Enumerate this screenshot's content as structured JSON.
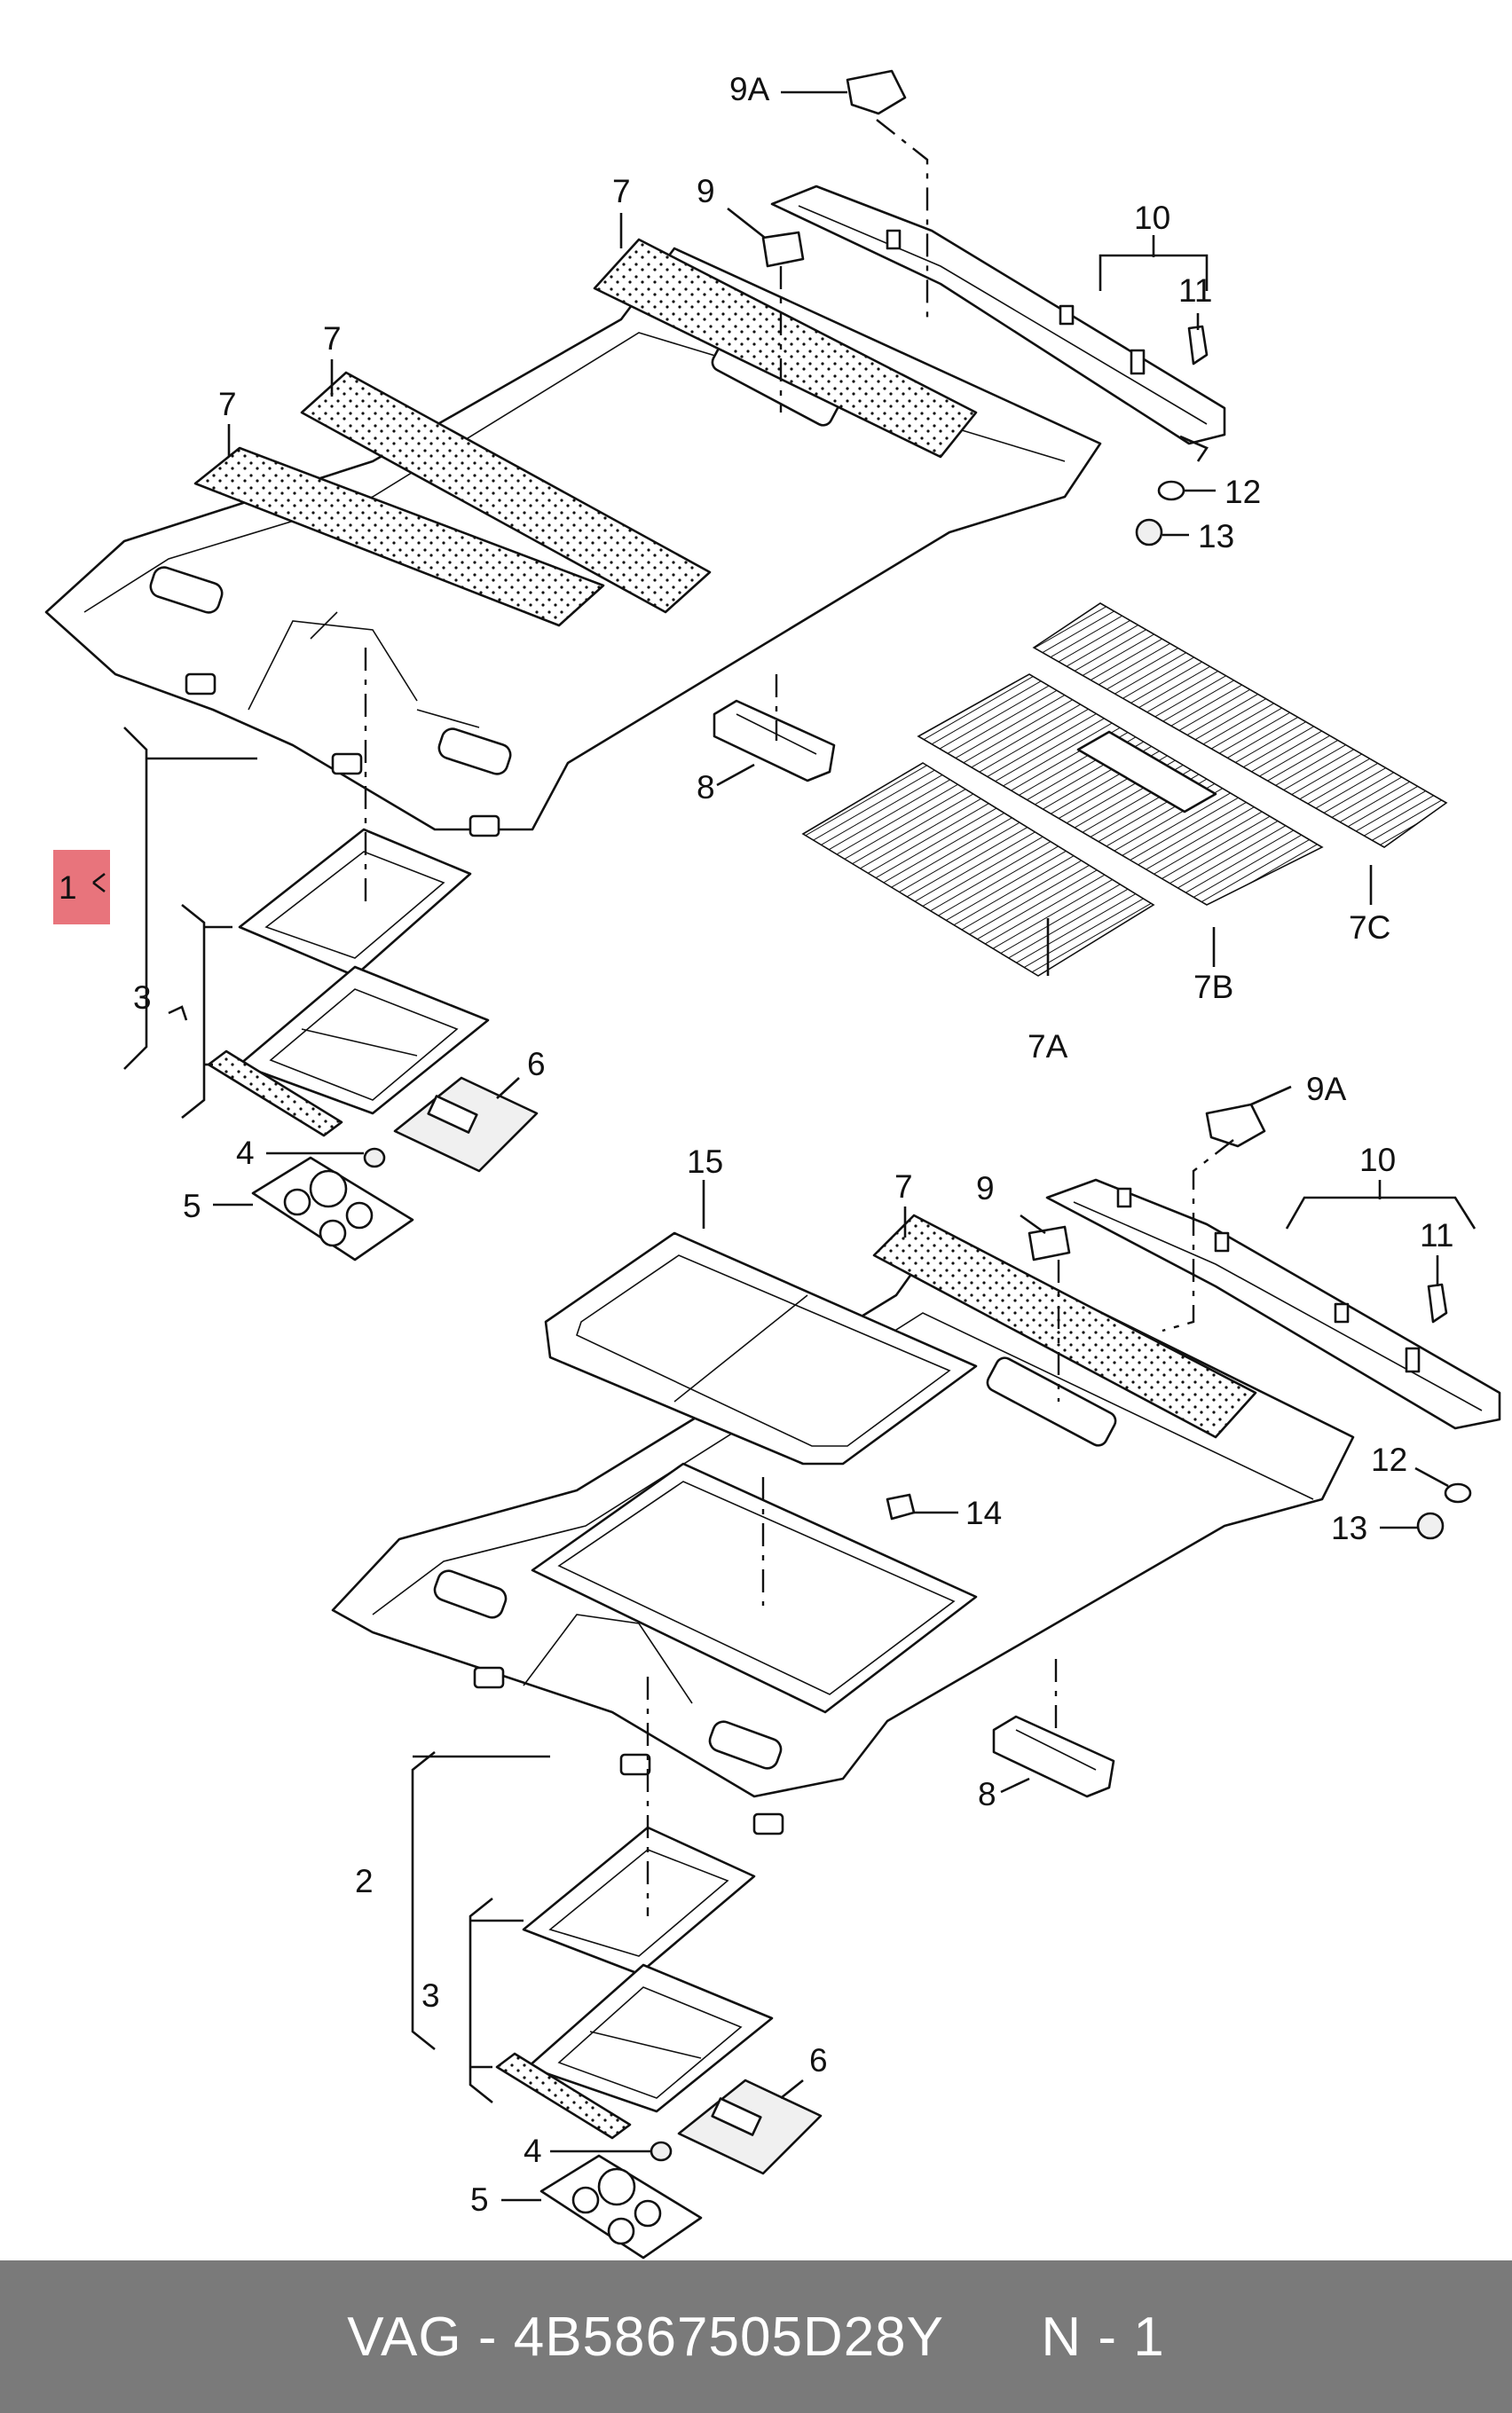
{
  "callouts": {
    "l1": "1",
    "l2": "2",
    "l3": "3",
    "l4": "4",
    "l5": "5",
    "l6": "6",
    "l7": "7",
    "l7a": "7A",
    "l7b": "7B",
    "l7c": "7C",
    "l8": "8",
    "l9": "9",
    "l9a": "9A",
    "l10": "10",
    "l11": "11",
    "l12": "12",
    "l13": "13",
    "l14": "14",
    "l15": "15"
  },
  "highlight_color": "#e8747c",
  "footer": {
    "brand": "VAG",
    "separator": " - ",
    "part_number": "4B5867505D28Y",
    "position": "N - 1"
  }
}
